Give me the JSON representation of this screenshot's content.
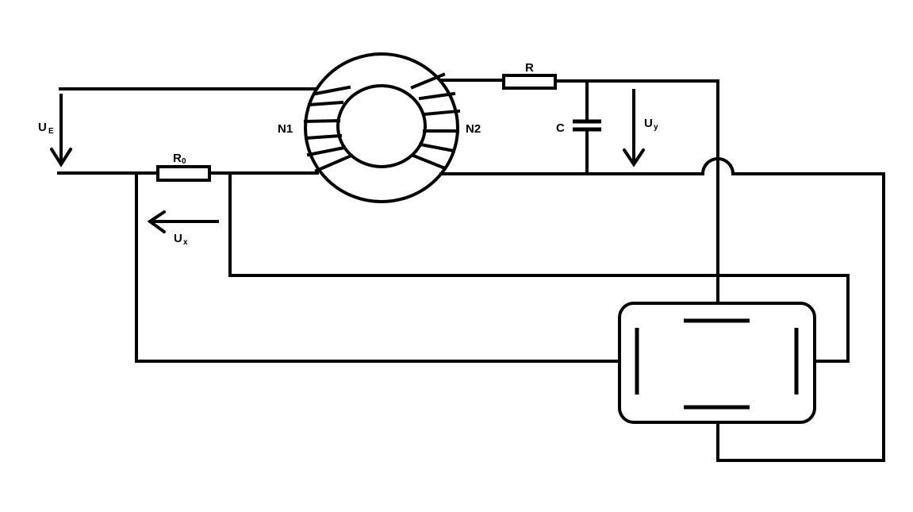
{
  "labels": {
    "input_voltage_main": "U",
    "input_voltage_sub": "E",
    "x_voltage_main": "U",
    "x_voltage_sub": "x",
    "y_voltage_main": "U",
    "y_voltage_sub": "y",
    "shunt_resistor_main": "R",
    "shunt_resistor_sub": "0",
    "resistor_r": "R",
    "capacitor_c": "C",
    "winding_primary": "N1",
    "winding_secondary": "N2"
  },
  "colors": {
    "line": "#000000",
    "background": "#ffffff"
  }
}
